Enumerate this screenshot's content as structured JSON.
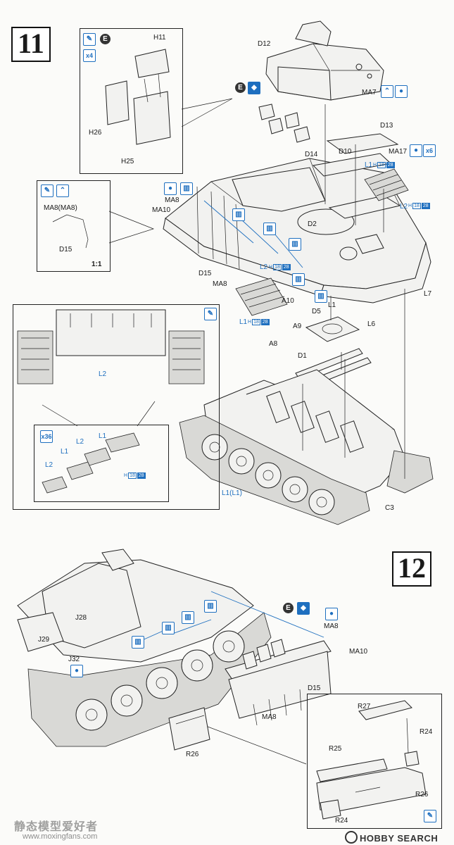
{
  "steps": {
    "step_a": "11",
    "step_b": "12"
  },
  "icons": {
    "glue": "glue-icon",
    "cement": "cement-icon",
    "option": "choose-option-icon",
    "repeat": "repeat-icon",
    "paint": "paint-icon",
    "photo_etch": "photo-etch-icon"
  },
  "inset_h": {
    "qty": "x4",
    "e": "E",
    "h11": "H11",
    "h26": "H26",
    "h25": "H25"
  },
  "inset_ma8": {
    "ma8": "MA8(MA8)",
    "d15": "D15",
    "scale": "1:1"
  },
  "inset_tracks": {
    "l2": "L2",
    "qty": "x36",
    "l1a": "L1",
    "l2a": "L2",
    "l1b": "L1",
    "l2b": "L2"
  },
  "step11": {
    "d12": "D12",
    "ma7": "MA7",
    "e": "E",
    "d13": "D13",
    "ma17": "MA17",
    "x6": "x6",
    "d14": "D14",
    "d10": "D10",
    "l1": "L1",
    "l2": "L2",
    "ma8": "MA8",
    "ma10": "MA10",
    "d2": "D2",
    "d15": "D15",
    "ma8b": "MA8",
    "l2b": "L2",
    "l1b": "L1",
    "a10": "A10",
    "l1c": "L1",
    "l6": "L6",
    "l7": "L7",
    "d5": "D5",
    "a9": "A9",
    "a8": "A8",
    "d1": "D1",
    "l1l1": "L1(L1)",
    "c3": "C3"
  },
  "hmarks": {
    "h": "H",
    "n18": "18",
    "n28": "28"
  },
  "step12": {
    "j28": "J28",
    "j29": "J29",
    "j32": "J32",
    "e": "E",
    "ma8": "MA8",
    "ma10": "MA10",
    "d15": "D15",
    "ma8b": "MA8",
    "r26": "R26",
    "r27": "R27",
    "r24": "R24",
    "r25": "R25",
    "r26b": "R26",
    "r24b": "R24"
  },
  "footer": {
    "brand": "HOBBY SEARCH",
    "watermark": "静态模型爱好者",
    "site": "www.moxingfans.com"
  }
}
